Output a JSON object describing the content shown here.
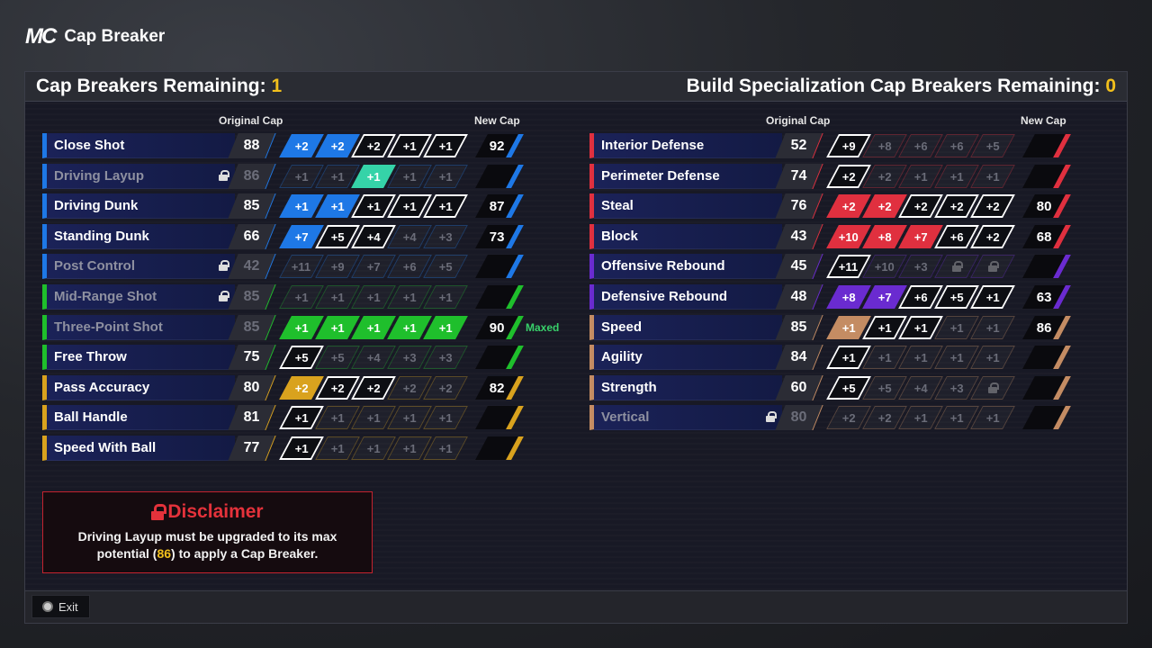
{
  "app": {
    "logo": "MC",
    "title": "Cap Breaker"
  },
  "header": {
    "left_label": "Cap Breakers Remaining:",
    "left_value": "1",
    "right_label": "Build Specialization Cap Breakers Remaining:",
    "right_value": "0"
  },
  "columns": {
    "original_cap": "Original Cap",
    "new_cap": "New Cap"
  },
  "colors": {
    "blue": "#1e78e6",
    "green": "#1fbf2c",
    "gold": "#d9a21e",
    "red": "#e0303f",
    "purple": "#6a2bd0",
    "tan": "#c48c63",
    "white_border": "#ffffff",
    "cursor": "#35d3a8"
  },
  "left_rows": [
    {
      "name": "Close Shot",
      "orig": "88",
      "color": "blue",
      "locked": false,
      "pills": [
        [
          "+2",
          "blue"
        ],
        [
          "+2",
          "blue"
        ],
        [
          "+2",
          "white"
        ],
        [
          "+1",
          "white"
        ],
        [
          "+1",
          "white"
        ]
      ],
      "new": "92"
    },
    {
      "name": "Driving Layup",
      "orig": "86",
      "color": "blue",
      "locked": true,
      "pills": [
        [
          "+1",
          "dim"
        ],
        [
          "+1",
          "dim"
        ],
        [
          "+1",
          "cursor"
        ],
        [
          "+1",
          "dim"
        ],
        [
          "+1",
          "dim"
        ]
      ],
      "new": ""
    },
    {
      "name": "Driving Dunk",
      "orig": "85",
      "color": "blue",
      "locked": false,
      "pills": [
        [
          "+1",
          "blue"
        ],
        [
          "+1",
          "blue"
        ],
        [
          "+1",
          "white"
        ],
        [
          "+1",
          "white"
        ],
        [
          "+1",
          "white"
        ]
      ],
      "new": "87"
    },
    {
      "name": "Standing Dunk",
      "orig": "66",
      "color": "blue",
      "locked": false,
      "pills": [
        [
          "+7",
          "blue"
        ],
        [
          "+5",
          "white"
        ],
        [
          "+4",
          "white"
        ],
        [
          "+4",
          "dim"
        ],
        [
          "+3",
          "dim"
        ]
      ],
      "new": "73"
    },
    {
      "name": "Post Control",
      "orig": "42",
      "color": "blue",
      "locked": true,
      "pills": [
        [
          "+11",
          "dim"
        ],
        [
          "+9",
          "dim"
        ],
        [
          "+7",
          "dim"
        ],
        [
          "+6",
          "dim"
        ],
        [
          "+5",
          "dim"
        ]
      ],
      "new": ""
    },
    {
      "name": "Mid-Range Shot",
      "orig": "85",
      "color": "green",
      "locked": true,
      "pills": [
        [
          "+1",
          "dim"
        ],
        [
          "+1",
          "dim"
        ],
        [
          "+1",
          "dim"
        ],
        [
          "+1",
          "dim"
        ],
        [
          "+1",
          "dim"
        ]
      ],
      "new": ""
    },
    {
      "name": "Three-Point Shot",
      "orig": "85",
      "color": "green",
      "locked": false,
      "dim": true,
      "pills": [
        [
          "+1",
          "green"
        ],
        [
          "+1",
          "green"
        ],
        [
          "+1",
          "green"
        ],
        [
          "+1",
          "green"
        ],
        [
          "+1",
          "green"
        ]
      ],
      "new": "90",
      "maxed": "Maxed"
    },
    {
      "name": "Free Throw",
      "orig": "75",
      "color": "green",
      "locked": false,
      "pills": [
        [
          "+5",
          "white"
        ],
        [
          "+5",
          "dim"
        ],
        [
          "+4",
          "dim"
        ],
        [
          "+3",
          "dim"
        ],
        [
          "+3",
          "dim"
        ]
      ],
      "new": ""
    },
    {
      "name": "Pass Accuracy",
      "orig": "80",
      "color": "gold",
      "locked": false,
      "pills": [
        [
          "+2",
          "gold"
        ],
        [
          "+2",
          "white"
        ],
        [
          "+2",
          "white"
        ],
        [
          "+2",
          "dim"
        ],
        [
          "+2",
          "dim"
        ]
      ],
      "new": "82"
    },
    {
      "name": "Ball Handle",
      "orig": "81",
      "color": "gold",
      "locked": false,
      "pills": [
        [
          "+1",
          "white"
        ],
        [
          "+1",
          "dim"
        ],
        [
          "+1",
          "dim"
        ],
        [
          "+1",
          "dim"
        ],
        [
          "+1",
          "dim"
        ]
      ],
      "new": ""
    },
    {
      "name": "Speed With Ball",
      "orig": "77",
      "color": "gold",
      "locked": false,
      "pills": [
        [
          "+1",
          "white"
        ],
        [
          "+1",
          "dim"
        ],
        [
          "+1",
          "dim"
        ],
        [
          "+1",
          "dim"
        ],
        [
          "+1",
          "dim"
        ]
      ],
      "new": ""
    }
  ],
  "right_rows": [
    {
      "name": "Interior Defense",
      "orig": "52",
      "color": "red",
      "locked": false,
      "pills": [
        [
          "+9",
          "white"
        ],
        [
          "+8",
          "dim"
        ],
        [
          "+6",
          "dim"
        ],
        [
          "+6",
          "dim"
        ],
        [
          "+5",
          "dim"
        ]
      ],
      "new": ""
    },
    {
      "name": "Perimeter Defense",
      "orig": "74",
      "color": "red",
      "locked": false,
      "pills": [
        [
          "+2",
          "white"
        ],
        [
          "+2",
          "dim"
        ],
        [
          "+1",
          "dim"
        ],
        [
          "+1",
          "dim"
        ],
        [
          "+1",
          "dim"
        ]
      ],
      "new": ""
    },
    {
      "name": "Steal",
      "orig": "76",
      "color": "red",
      "locked": false,
      "pills": [
        [
          "+2",
          "red"
        ],
        [
          "+2",
          "red"
        ],
        [
          "+2",
          "white"
        ],
        [
          "+2",
          "white"
        ],
        [
          "+2",
          "white"
        ]
      ],
      "new": "80"
    },
    {
      "name": "Block",
      "orig": "43",
      "color": "red",
      "locked": false,
      "pills": [
        [
          "+10",
          "red"
        ],
        [
          "+8",
          "red"
        ],
        [
          "+7",
          "red"
        ],
        [
          "+6",
          "white"
        ],
        [
          "+2",
          "white"
        ]
      ],
      "new": "68"
    },
    {
      "name": "Offensive Rebound",
      "orig": "45",
      "color": "purple",
      "locked": false,
      "pills": [
        [
          "+11",
          "white"
        ],
        [
          "+10",
          "dim"
        ],
        [
          "+3",
          "dim"
        ],
        [
          "",
          "lock"
        ],
        [
          "",
          "lock"
        ]
      ],
      "new": ""
    },
    {
      "name": "Defensive Rebound",
      "orig": "48",
      "color": "purple",
      "locked": false,
      "pills": [
        [
          "+8",
          "purple"
        ],
        [
          "+7",
          "purple"
        ],
        [
          "+6",
          "white"
        ],
        [
          "+5",
          "white"
        ],
        [
          "+1",
          "white"
        ]
      ],
      "new": "63"
    },
    {
      "name": "Speed",
      "orig": "85",
      "color": "tan",
      "locked": false,
      "pills": [
        [
          "+1",
          "tan"
        ],
        [
          "+1",
          "white"
        ],
        [
          "+1",
          "white"
        ],
        [
          "+1",
          "dim"
        ],
        [
          "+1",
          "dim"
        ]
      ],
      "new": "86"
    },
    {
      "name": "Agility",
      "orig": "84",
      "color": "tan",
      "locked": false,
      "pills": [
        [
          "+1",
          "white"
        ],
        [
          "+1",
          "dim"
        ],
        [
          "+1",
          "dim"
        ],
        [
          "+1",
          "dim"
        ],
        [
          "+1",
          "dim"
        ]
      ],
      "new": ""
    },
    {
      "name": "Strength",
      "orig": "60",
      "color": "tan",
      "locked": false,
      "pills": [
        [
          "+5",
          "white"
        ],
        [
          "+5",
          "dim"
        ],
        [
          "+4",
          "dim"
        ],
        [
          "+3",
          "dim"
        ],
        [
          "",
          "lock"
        ]
      ],
      "new": ""
    },
    {
      "name": "Vertical",
      "orig": "80",
      "color": "tan",
      "locked": true,
      "pills": [
        [
          "+2",
          "dim"
        ],
        [
          "+2",
          "dim"
        ],
        [
          "+1",
          "dim"
        ],
        [
          "+1",
          "dim"
        ],
        [
          "+1",
          "dim"
        ]
      ],
      "new": ""
    }
  ],
  "disclaimer": {
    "title": "Disclaimer",
    "line1": "Driving Layup must be upgraded to its max",
    "line2_pre": "potential (",
    "line2_value": "86",
    "line2_post": ") to apply a Cap Breaker."
  },
  "footer": {
    "exit_label": "Exit"
  }
}
